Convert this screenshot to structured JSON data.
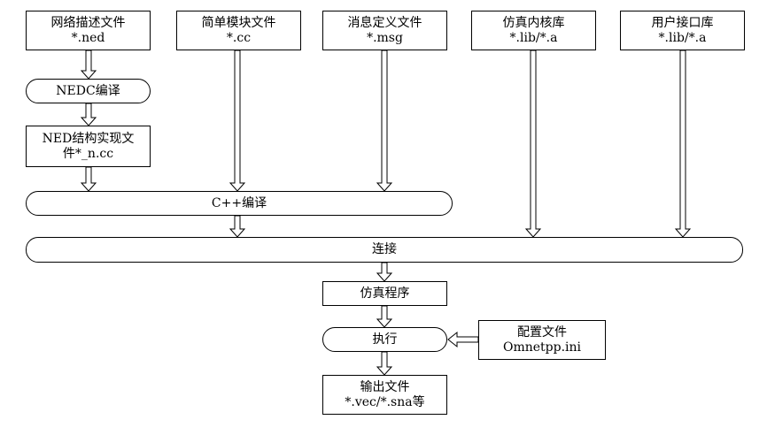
{
  "inputs": [
    {
      "title": "网络描述文件",
      "sub": "*.ned"
    },
    {
      "title": "简单模块文件",
      "sub": "*.cc"
    },
    {
      "title": "消息定义文件",
      "sub": "*.msg"
    },
    {
      "title": "仿真内核库",
      "sub": "*.lib/*.a"
    },
    {
      "title": "用户接口库",
      "sub": "*.lib/*.a"
    }
  ],
  "nedc_compile": "NEDC编译",
  "ned_output": {
    "line1": "NED结构实现文",
    "line2": "件*_n.cc"
  },
  "cpp_compile": "C++编译",
  "link": "连接",
  "sim_program": "仿真程序",
  "execute": "执行",
  "config_file": {
    "title": "配置文件",
    "name": "Omnetpp.ini"
  },
  "output_file": {
    "title": "输出文件",
    "name": "*.vec/*.sna等"
  }
}
